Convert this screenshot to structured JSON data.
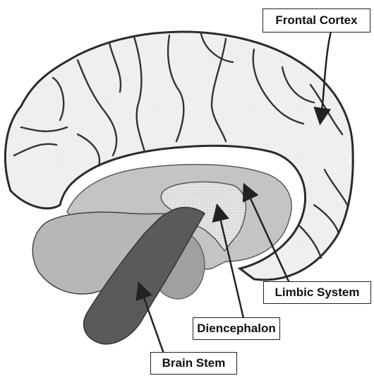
{
  "diagram": {
    "labels": {
      "frontal_cortex": "Frontal Cortex",
      "limbic_system": "Limbic System",
      "diencephalon": "Diencephalon",
      "brain_stem": "Brain Stem"
    },
    "colors": {
      "cortex": "#ededed",
      "limbic": "#c4c4c4",
      "diencephalon": "#e2e2e2",
      "cerebellum": "#b7b7b7",
      "brain_stem": "#5a5a5a",
      "thalamus_oval": "#a0a0a0",
      "outline": "#2b2b2b"
    }
  }
}
